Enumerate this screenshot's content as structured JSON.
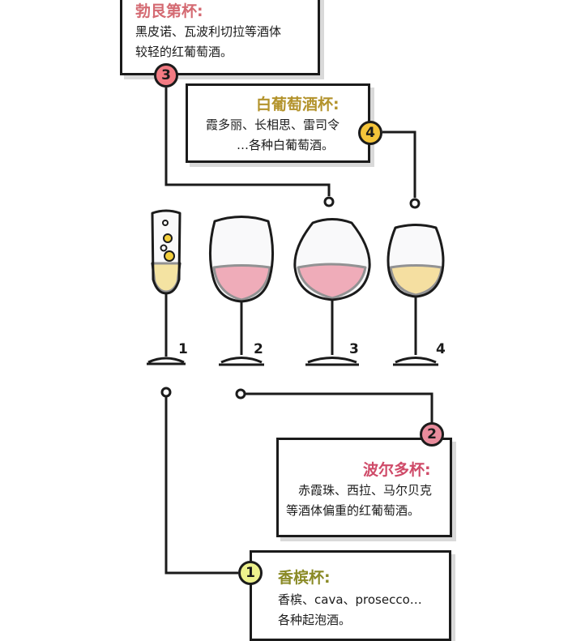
{
  "colors": {
    "red_wine": "#e8546f",
    "white_wine": "#f5c53a",
    "champagne": "#f3cf3d",
    "burgundy_title": "#d46a72",
    "white_title": "#b3932c",
    "bordeaux_title": "#cf4b69",
    "champagne_title": "#8a8a26",
    "badge_burgundy": "#f37b83",
    "badge_white": "#f5c53a",
    "badge_bordeaux": "#e98c9c",
    "badge_champagne": "#eef28d"
  },
  "glasses": [
    {
      "number": "1",
      "name": "香槟杯"
    },
    {
      "number": "2",
      "name": "波尔多杯"
    },
    {
      "number": "3",
      "name": "勃艮第杯"
    },
    {
      "number": "4",
      "name": "白葡萄酒杯"
    }
  ],
  "boxes": {
    "burgundy": {
      "badge": "3",
      "title": "勃艮第杯:",
      "lines": [
        "黑皮诺、瓦波利切拉等酒体",
        "较轻的红葡萄酒。"
      ]
    },
    "white": {
      "badge": "4",
      "title": "白葡萄酒杯:",
      "lines": [
        "霞多丽、长相思、雷司令",
        "…各种白葡萄酒。"
      ]
    },
    "bordeaux": {
      "badge": "2",
      "title": "波尔多杯:",
      "lines": [
        "赤霞珠、西拉、马尔贝克",
        "等酒体偏重的红葡萄酒。"
      ]
    },
    "champagne": {
      "badge": "1",
      "title": "香槟杯:",
      "lines": [
        "香槟、cava、prosecco…",
        "各种起泡酒。"
      ]
    }
  }
}
